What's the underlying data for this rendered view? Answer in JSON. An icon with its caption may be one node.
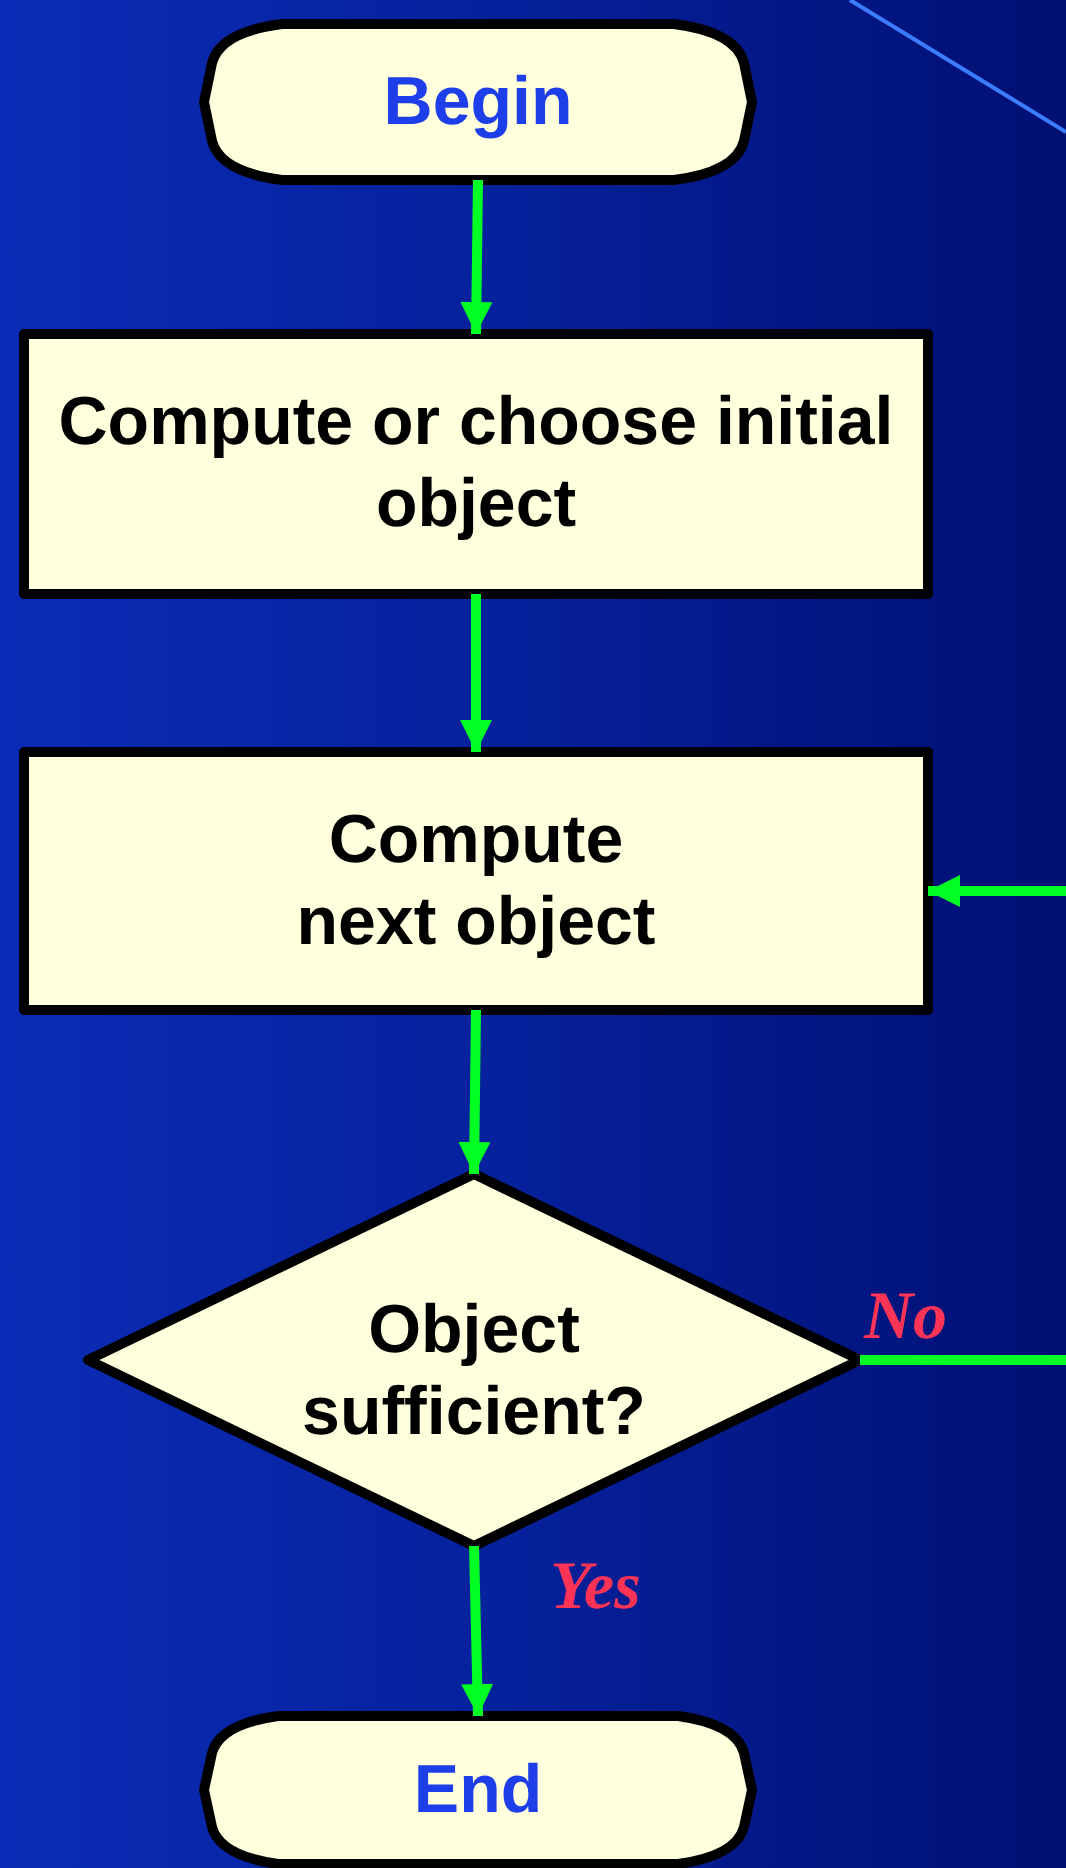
{
  "diagram": {
    "nodes": [
      {
        "text": [
          "Begin"
        ]
      },
      {
        "text": [
          "Compute or choose initial object"
        ]
      },
      {
        "text": [
          "Compute next object"
        ]
      },
      {
        "text": [
          "Object sufficient?"
        ]
      },
      {
        "text": [
          "End"
        ]
      }
    ],
    "edges": [
      {
        "from": 0,
        "to": 1,
        "arrow": "to"
      },
      {
        "from": 1,
        "to": 2,
        "arrow": "to"
      },
      {
        "from": 2,
        "to": 3,
        "arrow": "to"
      },
      {
        "from": 3,
        "to": 2,
        "arrow": "to",
        "label": "No"
      },
      {
        "from": 3,
        "to": 4,
        "arrow": "to",
        "label": "Yes"
      }
    ]
  }
}
